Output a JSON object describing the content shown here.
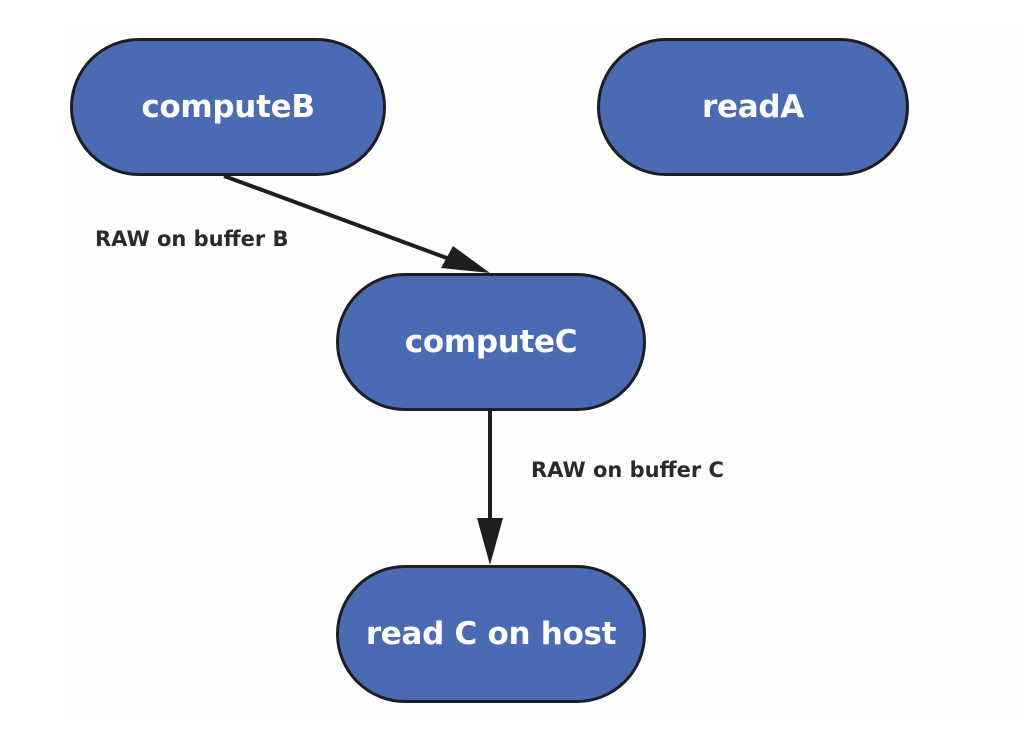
{
  "colors": {
    "node_fill": "#4a6ab3",
    "node_border": "#1e1e1e",
    "node_text": "#ffffff",
    "edge": "#1e1e1e",
    "label_text": "#2a2a2a"
  },
  "nodes": {
    "computeB": {
      "label": "computeB"
    },
    "readA": {
      "label": "readA"
    },
    "computeC": {
      "label": "computeC"
    },
    "readC": {
      "label": "read C on host"
    }
  },
  "edges": {
    "b_to_c": {
      "from": "computeB",
      "to": "computeC",
      "label": "RAW on buffer B"
    },
    "c_to_read": {
      "from": "computeC",
      "to": "readC",
      "label": "RAW on buffer C"
    }
  }
}
